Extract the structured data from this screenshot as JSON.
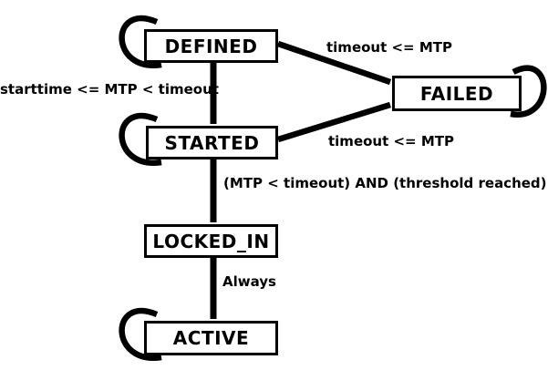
{
  "diagram": {
    "type": "state-machine",
    "background_color": "#ffffff",
    "line_color": "#000000",
    "states": {
      "defined": {
        "label": "DEFINED",
        "has_self_loop": true,
        "self_loop_side": "left"
      },
      "failed": {
        "label": "FAILED",
        "has_self_loop": true,
        "self_loop_side": "right"
      },
      "started": {
        "label": "STARTED",
        "has_self_loop": true,
        "self_loop_side": "left"
      },
      "locked_in": {
        "label": "LOCKED_IN",
        "has_self_loop": false,
        "self_loop_side": null
      },
      "active": {
        "label": "ACTIVE",
        "has_self_loop": true,
        "self_loop_side": "left"
      }
    },
    "transitions": {
      "defined_to_failed": {
        "from": "DEFINED",
        "to": "FAILED",
        "label": "timeout <= MTP"
      },
      "defined_to_started": {
        "from": "DEFINED",
        "to": "STARTED",
        "label": "starttime <= MTP < timeout"
      },
      "started_to_failed": {
        "from": "STARTED",
        "to": "FAILED",
        "label": "timeout <= MTP"
      },
      "started_to_locked_in": {
        "from": "STARTED",
        "to": "LOCKED_IN",
        "label": "(MTP < timeout) AND (threshold reached)"
      },
      "locked_in_to_active": {
        "from": "LOCKED_IN",
        "to": "ACTIVE",
        "label": "Always"
      }
    }
  }
}
